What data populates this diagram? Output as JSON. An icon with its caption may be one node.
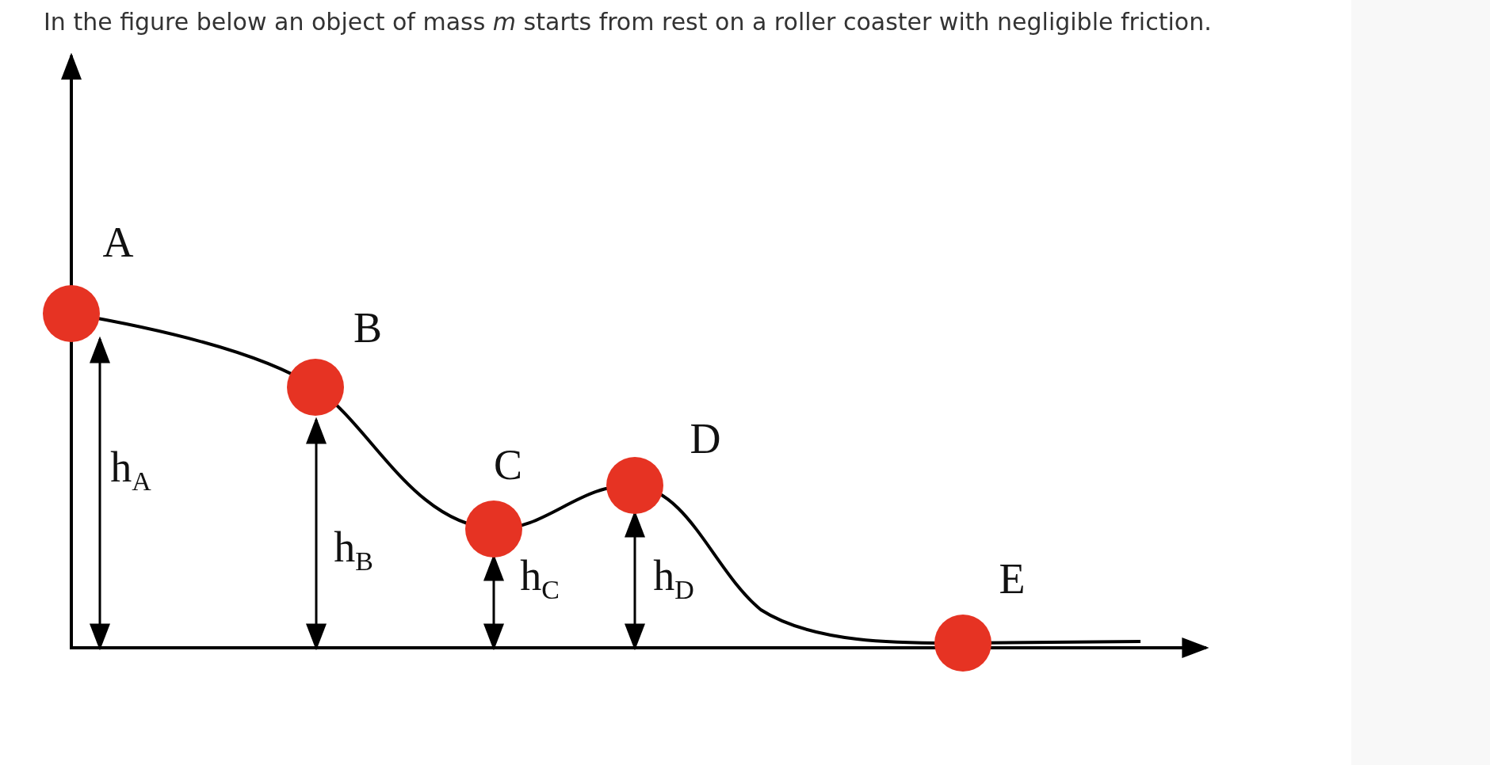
{
  "diagram": {
    "title": "In the figure below an object of mass *m* starts from rest on a roller coaster with negligible friction.",
    "labels": [
      "A",
      "B",
      "D",
      "C",
      "h$_{A}$",
      "h$_{B}$",
      "E",
      "h$_{C}$",
      "h$_{D}$"
    ]
  }
}
